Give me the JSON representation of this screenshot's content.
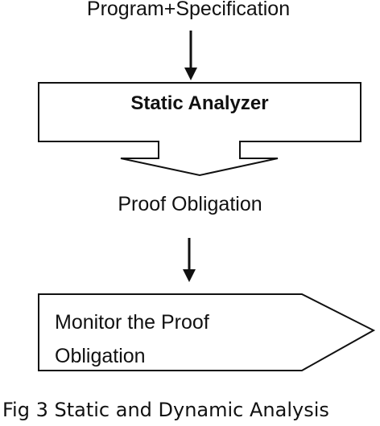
{
  "diagram": {
    "input_label": "Program+Specification",
    "analyzer_label": "Static Analyzer",
    "output_label": "Proof Obligation",
    "monitor_line1": "Monitor the Proof",
    "monitor_line2": "Obligation"
  },
  "caption": "Fig 3 Static and Dynamic Analysis",
  "colors": {
    "stroke": "#111111",
    "background": "#ffffff"
  }
}
